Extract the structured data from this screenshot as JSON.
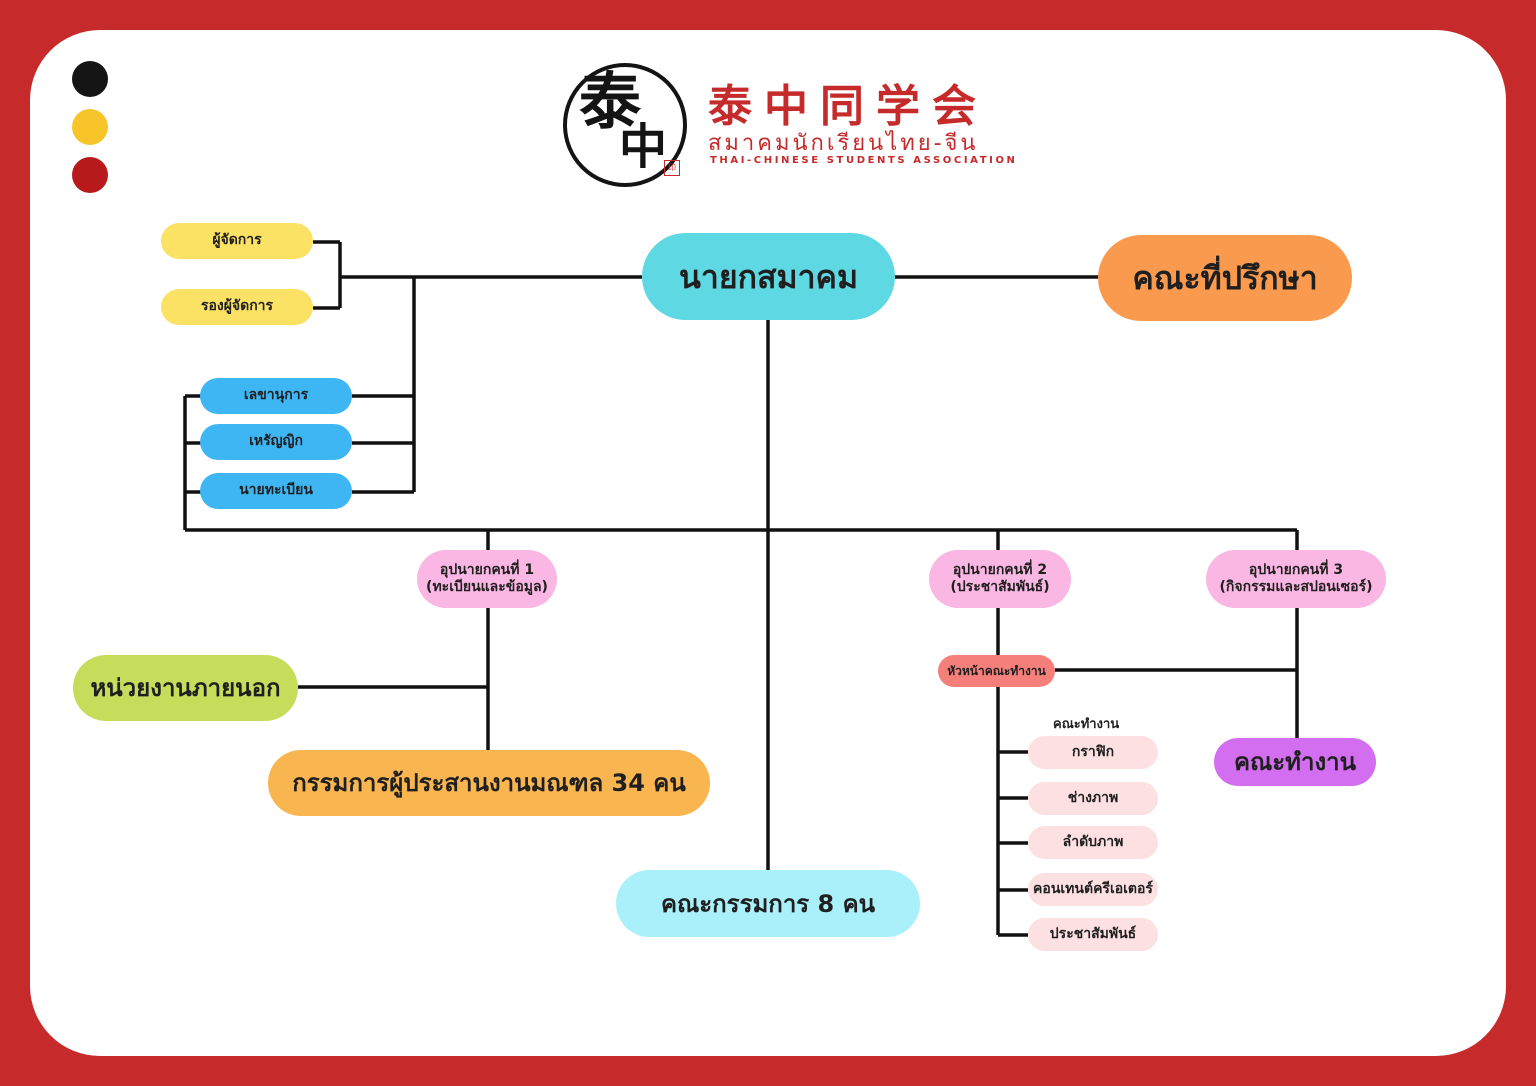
{
  "colors": {
    "background": "#c62a2a",
    "dot_black": "#151515",
    "dot_yellow": "#f7c52a",
    "dot_red": "#b8191a"
  },
  "logo": {
    "chinese": "泰中同学会",
    "thai": "สมาคมนักเรียนไทย-จีน",
    "english": "THAI-CHINESE STUDENTS ASSOCIATION",
    "glyph_top": "泰",
    "glyph_bottom": "中"
  },
  "org": {
    "president": "นายกสมาคม",
    "advisors": "คณะที่ปรึกษา",
    "manager": "ผู้จัดการ",
    "deputy_manager": "รองผู้จัดการ",
    "secretary": "เลขานุการ",
    "treasurer": "เหรัญญิก",
    "registrar": "นายทะเบียน",
    "vp1": {
      "line1": "อุปนายกคนที่ 1",
      "line2": "(ทะเบียนและข้อมูล)"
    },
    "vp2": {
      "line1": "อุปนายกคนที่ 2",
      "line2": "(ประชาสัมพันธ์)"
    },
    "vp3": {
      "line1": "อุปนายกคนที่ 3",
      "line2": "(กิจกรรมและสปอนเซอร์)"
    },
    "external_units": "หน่วยงานภายนอก",
    "district_coordinators": "กรรมการผู้ประสานงานมณฑล 34 คน",
    "committee": "คณะกรรมการ 8 คน",
    "working_head": "หัวหน้าคณะทำงาน",
    "working_group_label": "คณะทำงาน",
    "working_team": "คณะทำงาน",
    "teams": [
      "กราฟิก",
      "ช่างภาพ",
      "ลำดับภาพ",
      "คอนเทนต์ครีเอเตอร์",
      "ประชาสัมพันธ์"
    ]
  }
}
